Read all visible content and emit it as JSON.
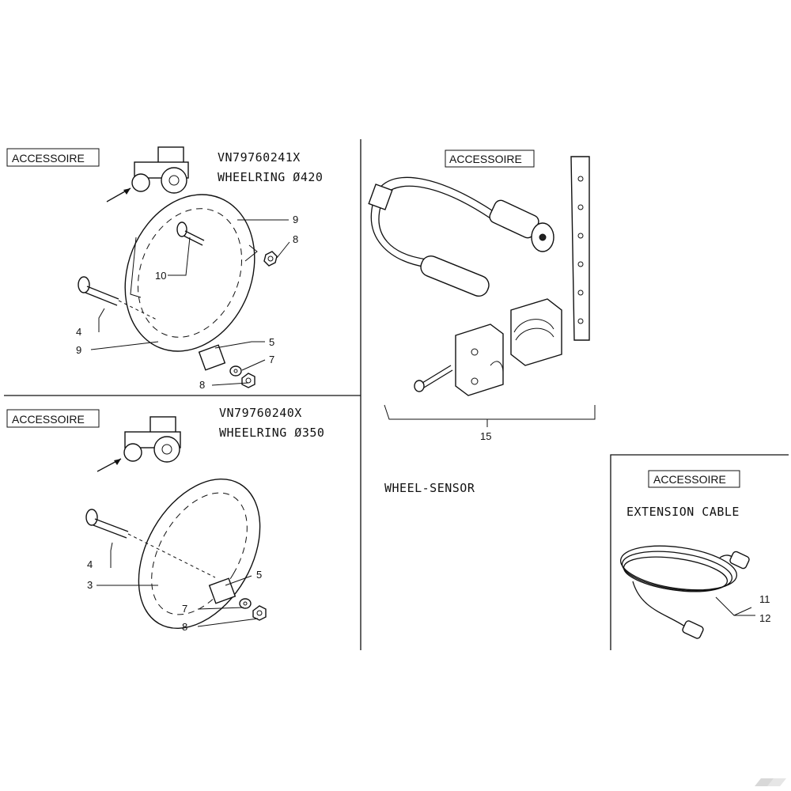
{
  "panels": {
    "top_left": {
      "badge": "ACCESSOIRE",
      "code": "VN79760241X",
      "title": "WHEELRING Ø420",
      "callouts": [
        "9",
        "8",
        "10",
        "4",
        "9",
        "5",
        "7",
        "8"
      ]
    },
    "bottom_left": {
      "badge": "ACCESSOIRE",
      "code": "VN79760240X",
      "title": "WHEELRING Ø350",
      "callouts": [
        "4",
        "3",
        "5",
        "7",
        "8"
      ]
    },
    "top_right": {
      "badge": "ACCESSOIRE",
      "callouts": [
        "15"
      ],
      "caption": "WHEEL-SENSOR"
    },
    "bottom_right": {
      "badge": "ACCESSOIRE",
      "title": "EXTENSION CABLE",
      "callouts": [
        "11",
        "12"
      ]
    }
  },
  "icons": {
    "tractor": "tractor-icon",
    "wheel_ring": "wheel-ring-icon",
    "bolt": "bolt-icon",
    "nut": "nut-icon",
    "washer": "washer-icon",
    "spacer": "spacer-icon",
    "sensor": "sensor-icon",
    "mounting_strip": "mounting-strip-icon",
    "clamp_block": "clamp-block-icon",
    "cable": "cable-icon",
    "logo": "brand-logo-icon"
  }
}
